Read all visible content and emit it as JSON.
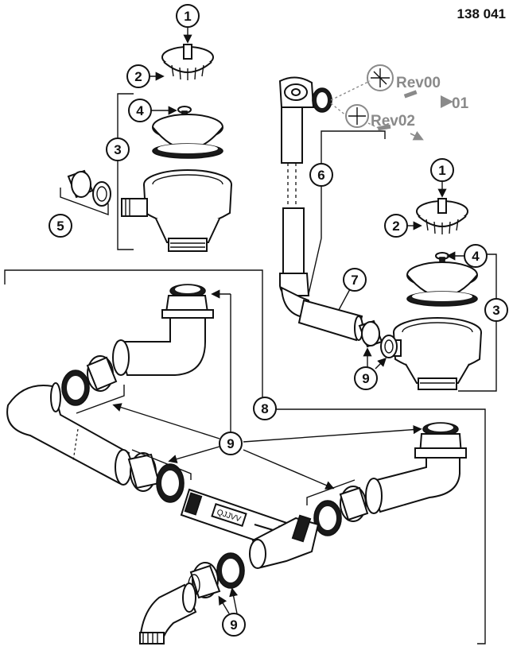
{
  "document": {
    "part_number": "138 041"
  },
  "callouts": [
    "1",
    "2",
    "3",
    "4",
    "5",
    "6",
    "7",
    "8",
    "9"
  ],
  "revisions": {
    "rev_a": "Rev00",
    "rev_a_to": "01",
    "rev_b": "Rev02"
  },
  "fitting_label": "QJJVV",
  "colors": {
    "line": "#111111",
    "revision_gray": "#8a8a8a",
    "background": "#ffffff"
  }
}
